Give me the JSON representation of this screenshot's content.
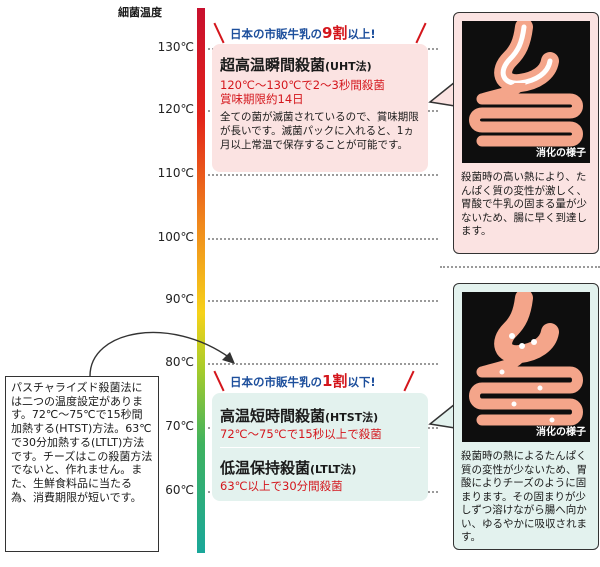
{
  "axis": {
    "title": "細菌温度",
    "ticks": [
      "130℃",
      "120℃",
      "110℃",
      "100℃",
      "90℃",
      "80℃",
      "70℃",
      "60℃"
    ]
  },
  "uht": {
    "share_prefix": "日本の市販牛乳の",
    "share_value": "9割",
    "share_suffix": "以上!",
    "title": "超高温瞬間殺菌",
    "title_abbr": "(UHT法)",
    "condition": "120℃〜130℃で2〜3秒間殺菌",
    "shelf_life": "賞味期限約14日",
    "description": "全ての菌が滅菌されているので、賞味期限が長いです。滅菌パックに入れると、1ヵ月以上常温で保存することが可能です。",
    "digestion_label": "消化の様子",
    "digestion_text": "殺菌時の高い熱により、たんぱく質の変性が激しく、胃酸で牛乳の固まる量が少ないため、腸に早く到達します。"
  },
  "low": {
    "share_prefix": "日本の市販牛乳の",
    "share_value": "1割",
    "share_suffix": "以下!",
    "htst_title": "高温短時間殺菌",
    "htst_abbr": "(HTST法)",
    "htst_condition": "72℃〜75℃で15秒以上で殺菌",
    "ltlt_title": "低温保持殺菌",
    "ltlt_abbr": "(LTLT法)",
    "ltlt_condition": "63℃以上で30分間殺菌",
    "digestion_label": "消化の様子",
    "digestion_text": "殺菌時の熱によるたんぱく質の変性が少ないため、胃酸によりチーズのように固まります。その固まりが少しずつ溶けながら腸へ向かい、ゆるやかに吸収されます。"
  },
  "pasteurized_note": "パスチャライズド殺菌法には二つの温度設定があります。72℃〜75℃で15秒間加熱する(HTST)方法。63℃で30分加熱する(LTLT)方法です。チーズはこの殺菌方法でないと、作れません。また、生鮮食料品に当たる為、消費期限が短いです。",
  "colors": {
    "accent_red": "#d4161c",
    "tag_blue": "#1d4f9c",
    "pink_bg": "#fbe3e2",
    "teal_bg": "#e3f2ee",
    "organ": "#f4a58a"
  }
}
